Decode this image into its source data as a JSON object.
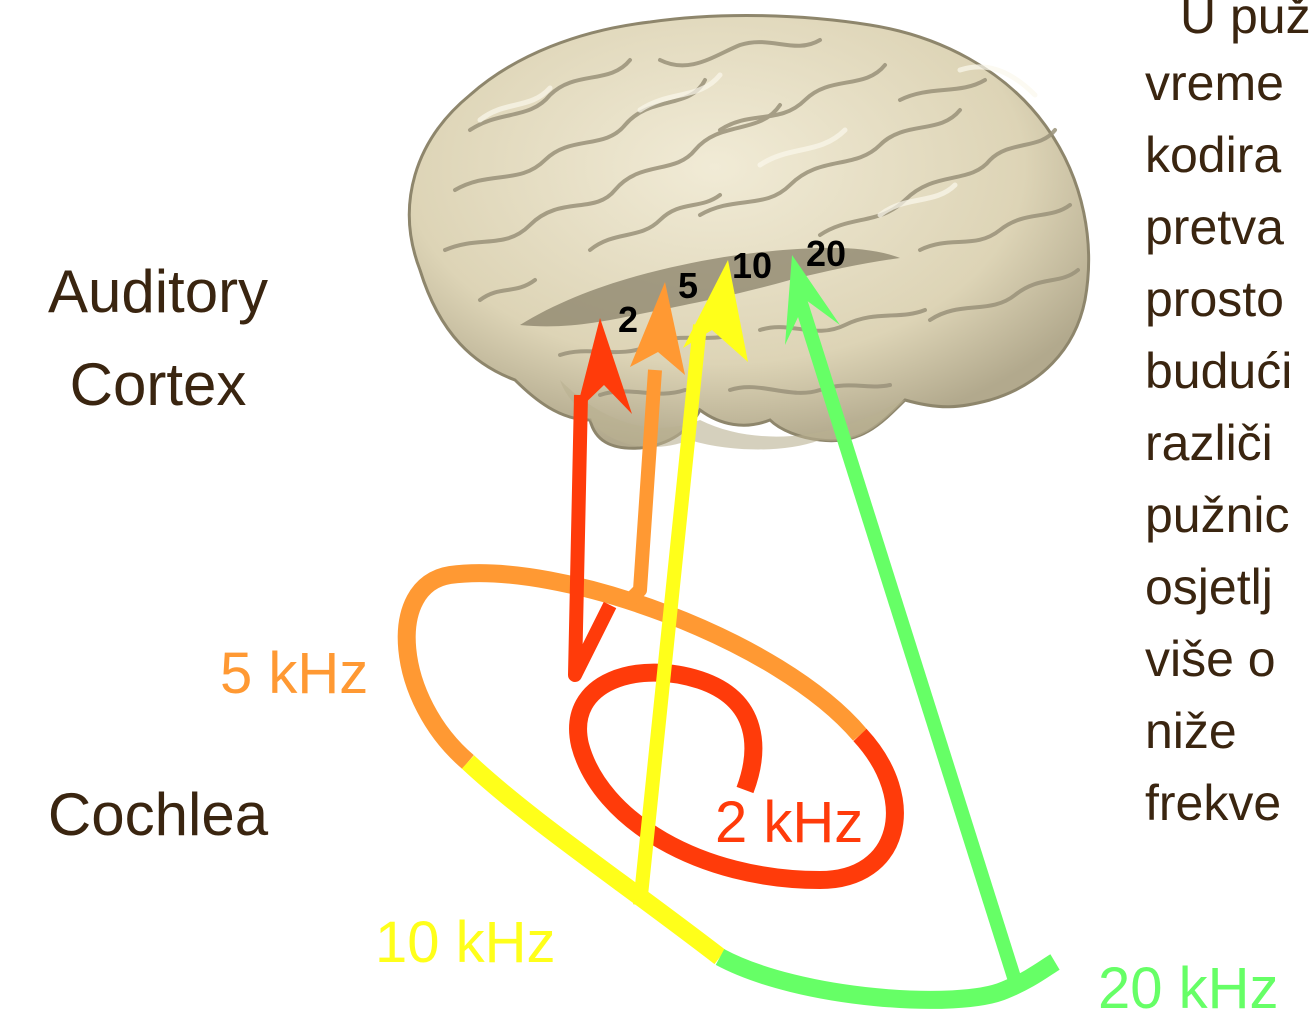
{
  "labels": {
    "auditory_cortex": [
      "Auditory",
      "Cortex"
    ],
    "cochlea": "Cochlea"
  },
  "cortex_numbers": [
    "2",
    "5",
    "10",
    "20"
  ],
  "frequencies": [
    "2 kHz",
    "5 kHz",
    "10 kHz",
    "20 kHz"
  ],
  "paragraph_lines": [
    "U puž",
    "vreme",
    "kodira",
    "pretva",
    "prosto",
    "budući",
    "različi",
    "pužnic",
    "osjetlj",
    "više o",
    "niže",
    "frekve"
  ],
  "colors": {
    "red": "#ff3b0a",
    "orange": "#ff9933",
    "yellow": "#ffff1a",
    "green": "#66ff66",
    "text_dark": "#3a2510",
    "brain_fill": "#e6dfc5",
    "brain_shadow": "#a89f83"
  }
}
